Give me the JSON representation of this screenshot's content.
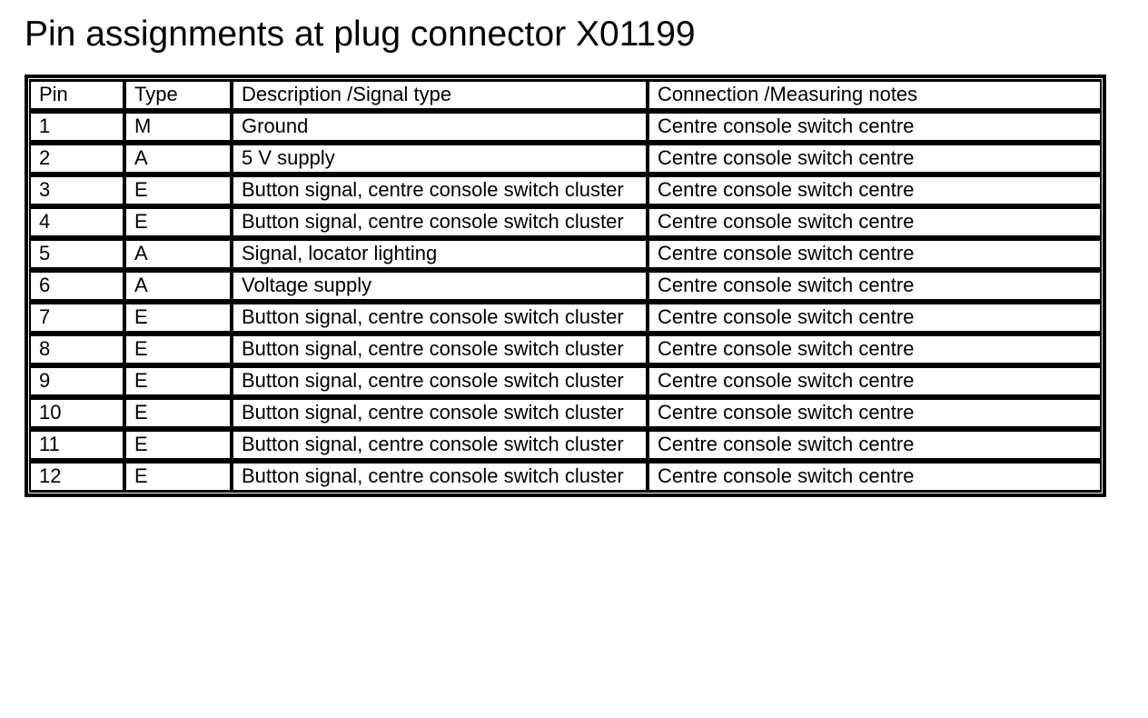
{
  "page": {
    "title": "Pin assignments at plug connector X01199"
  },
  "colors": {
    "border": "#000000",
    "background": "#ffffff",
    "text": "#000000"
  },
  "table": {
    "headers": [
      {
        "key": "pin",
        "label": "Pin"
      },
      {
        "key": "type",
        "label": "Type"
      },
      {
        "key": "description",
        "label": "Description /Signal type"
      },
      {
        "key": "connection",
        "label": "Connection /Measuring notes"
      }
    ],
    "rows": [
      {
        "pin": "1",
        "type": "M",
        "description": "Ground",
        "connection": "Centre console switch centre"
      },
      {
        "pin": "2",
        "type": "A",
        "description": "5 V supply",
        "connection": "Centre console switch centre"
      },
      {
        "pin": "3",
        "type": "E",
        "description": "Button signal, centre console switch cluster",
        "connection": "Centre console switch centre"
      },
      {
        "pin": "4",
        "type": "E",
        "description": "Button signal, centre console switch cluster",
        "connection": "Centre console switch centre"
      },
      {
        "pin": "5",
        "type": "A",
        "description": "Signal, locator lighting",
        "connection": "Centre console switch centre"
      },
      {
        "pin": "6",
        "type": "A",
        "description": "Voltage supply",
        "connection": "Centre console switch centre"
      },
      {
        "pin": "7",
        "type": "E",
        "description": "Button signal, centre console switch cluster",
        "connection": "Centre console switch centre"
      },
      {
        "pin": "8",
        "type": "E",
        "description": "Button signal, centre console switch cluster",
        "connection": "Centre console switch centre"
      },
      {
        "pin": "9",
        "type": "E",
        "description": "Button signal, centre console switch cluster",
        "connection": "Centre console switch centre"
      },
      {
        "pin": "10",
        "type": "E",
        "description": "Button signal, centre console switch cluster",
        "connection": "Centre console switch centre"
      },
      {
        "pin": "11",
        "type": "E",
        "description": "Button signal, centre console switch cluster",
        "connection": "Centre console switch centre"
      },
      {
        "pin": "12",
        "type": "E",
        "description": "Button signal, centre console switch cluster",
        "connection": "Centre console switch centre"
      }
    ]
  }
}
